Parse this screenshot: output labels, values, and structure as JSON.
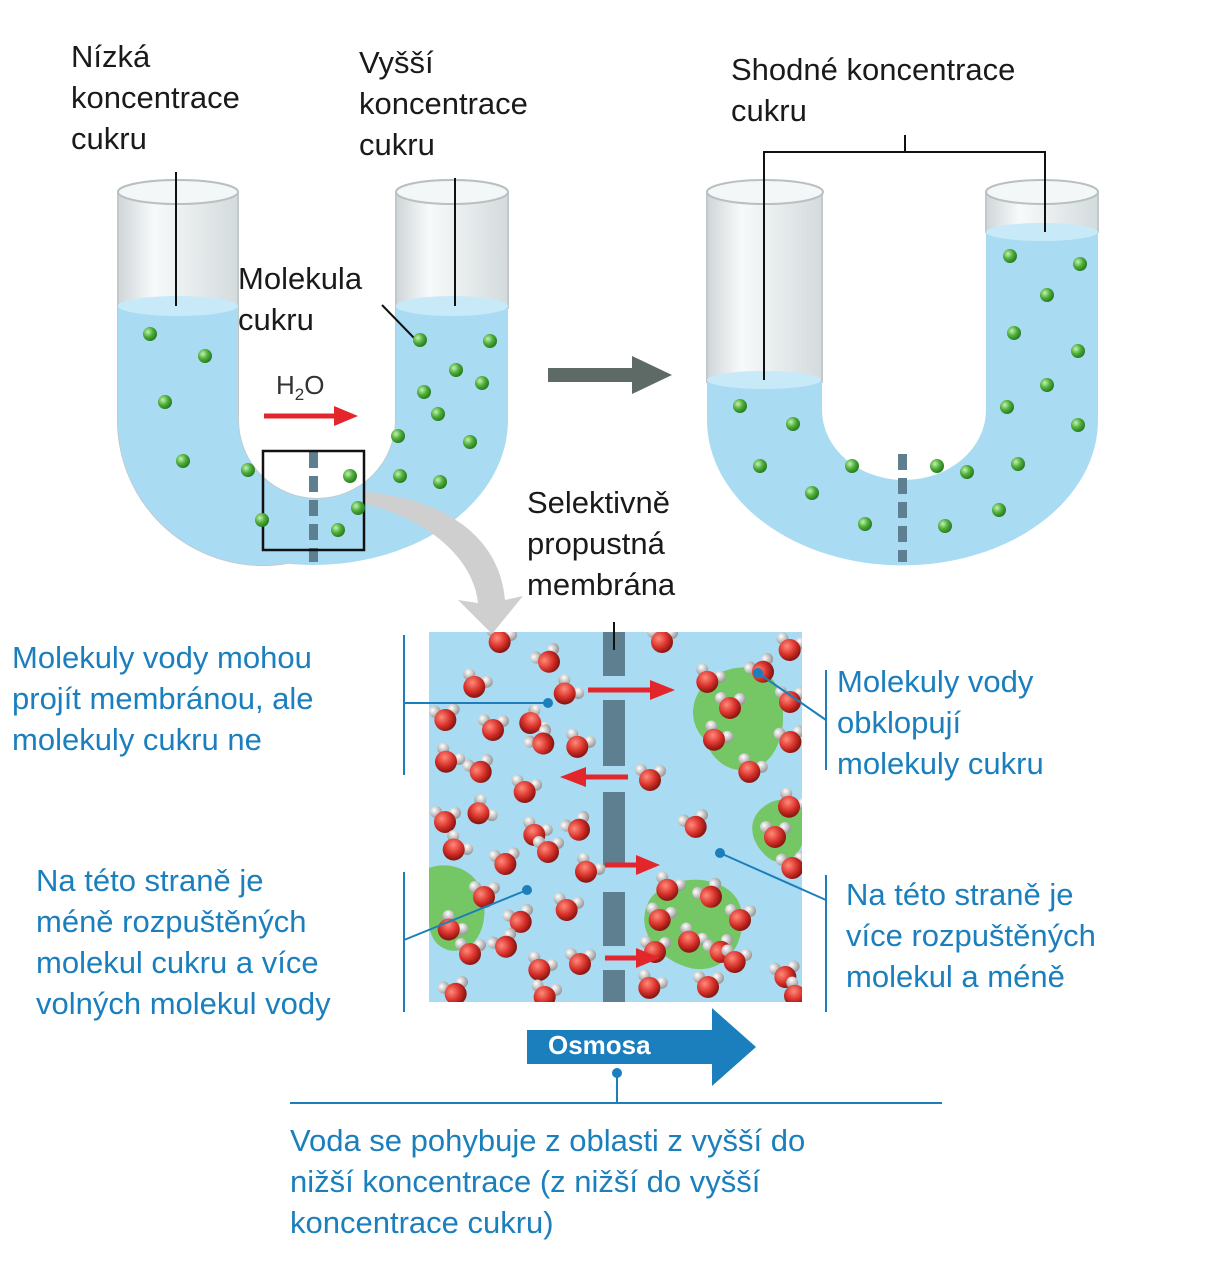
{
  "labels": {
    "low_conc": [
      "Nízká",
      "koncentrace",
      "cukru"
    ],
    "high_conc": [
      "Vyšší",
      "koncentrace",
      "cukru"
    ],
    "equal_conc": [
      "Shodné koncentrace",
      "cukru"
    ],
    "sugar_molecule": [
      "Molekula",
      "cukru"
    ],
    "h2o_main": "H",
    "h2o_sub": "2",
    "h2o_end": "O",
    "membrane": [
      "Selektivně",
      "propustná",
      "membrána"
    ],
    "water_pass": [
      "Molekuly vody mohou",
      "projít membránou, ale",
      "molekuly cukru ne"
    ],
    "water_surround": [
      "Molekuly vody",
      "obklopují",
      "molekuly cukru"
    ],
    "left_side": [
      "Na této straně je",
      "méně rozpuštěných",
      "molekul cukru a více",
      "volných molekul vody"
    ],
    "right_side": [
      "Na této straně je",
      "více rozpuštěných",
      "molekul a méně"
    ],
    "osmosis": "Osmosa",
    "conclusion": [
      "Voda se pohybuje z oblasti z vyšší do",
      "nižší koncentrace (z nižší do vyšší",
      "koncentrace cukru)"
    ]
  },
  "colors": {
    "water": "#a9dbf3",
    "water_dark": "#7fc6ea",
    "tube_glass": "#eef3f4",
    "membrane": "#5e7f8f",
    "sugar_ball": "#4caf3a",
    "oxygen": "#d9322b",
    "hydrogen": "#e8e8e8",
    "sugar_blob": "#6cc24a",
    "arrow_red": "#e3262b",
    "arrow_gray": "#5d6a66",
    "label_blue": "#1b7fbd",
    "osmosis_arrow": "#1b7fbd"
  }
}
